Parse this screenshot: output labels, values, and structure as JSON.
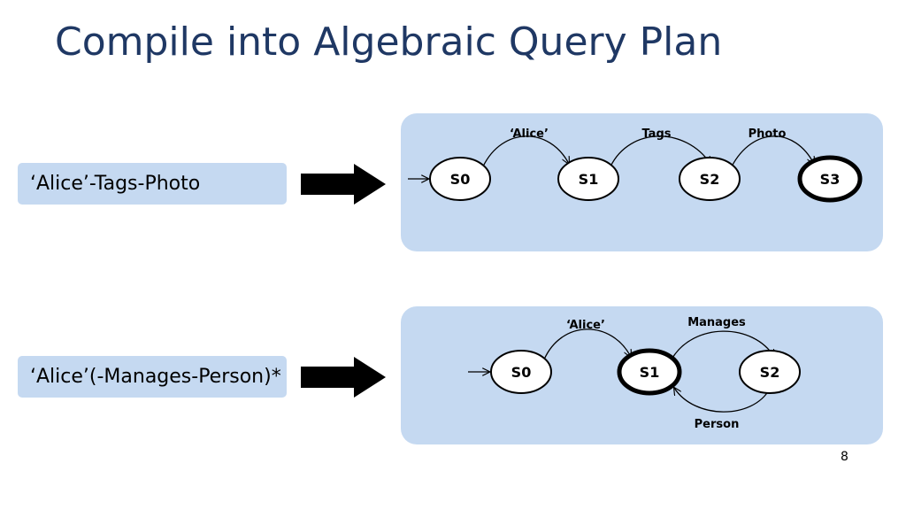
{
  "slide": {
    "title": "Compile into Algebraic Query Plan",
    "page_number": "8"
  },
  "rows": [
    {
      "query": "‘Alice’-Tags-Photo",
      "states": [
        "S0",
        "S1",
        "S2",
        "S3"
      ],
      "accepting_state": "S3",
      "edges": [
        {
          "from": "S0",
          "to": "S1",
          "label": "‘Alice’"
        },
        {
          "from": "S1",
          "to": "S2",
          "label": "Tags"
        },
        {
          "from": "S2",
          "to": "S3",
          "label": "Photo"
        }
      ]
    },
    {
      "query": "‘Alice’(-Manages-Person)*",
      "states": [
        "S0",
        "S1",
        "S2"
      ],
      "accepting_state": "S1",
      "edges": [
        {
          "from": "S0",
          "to": "S1",
          "label": "‘Alice’"
        },
        {
          "from": "S1",
          "to": "S2",
          "label": "Manages"
        },
        {
          "from": "S2",
          "to": "S1",
          "label": "Person"
        }
      ]
    }
  ]
}
